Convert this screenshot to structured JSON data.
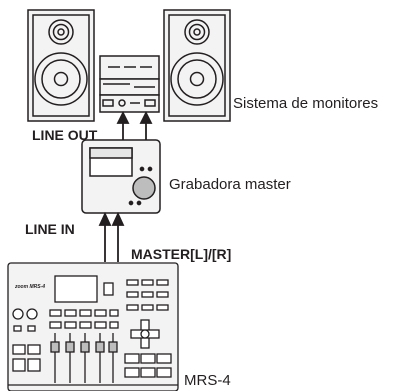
{
  "labels": {
    "monitor_system": "Sistema de monitores",
    "line_out": "LINE OUT",
    "master_recorder": "Grabadora master",
    "line_in": "LINE IN",
    "master_lr": "MASTER[L]/[R]",
    "mrs4_caption": "MRS-4",
    "mrs4_logo": "zoom MRS-4"
  }
}
